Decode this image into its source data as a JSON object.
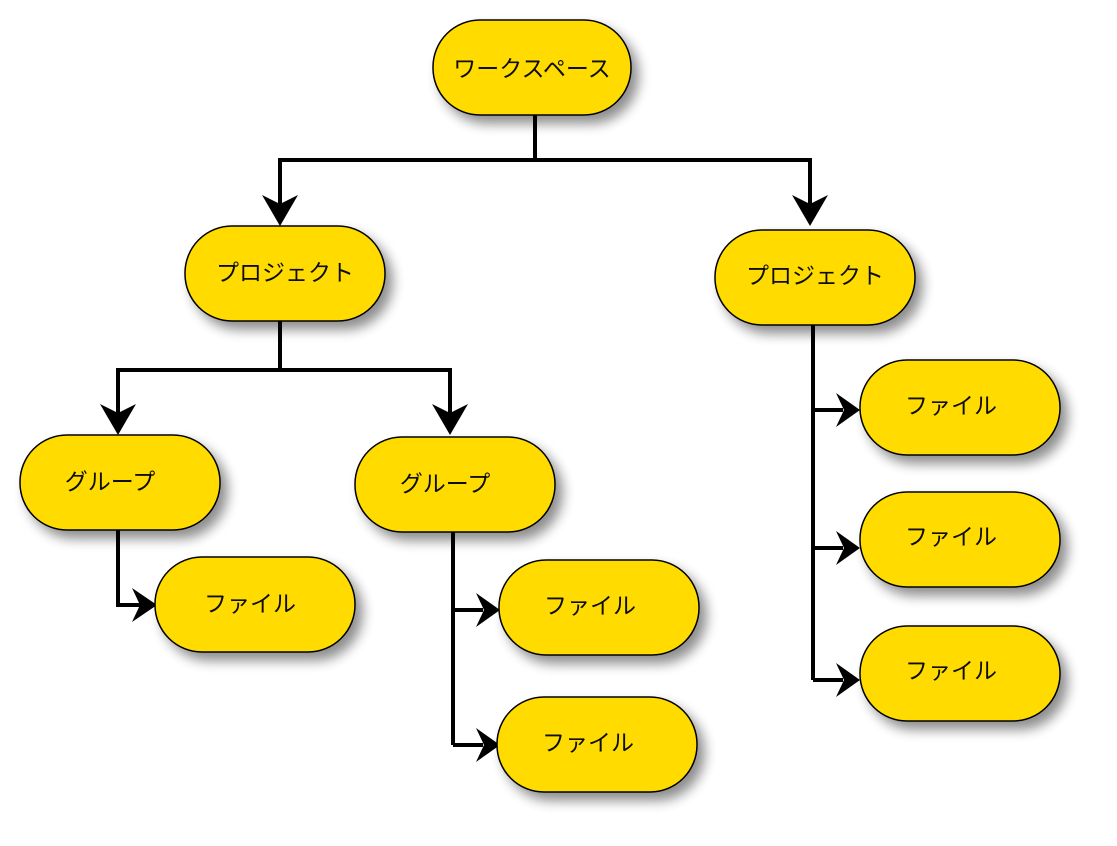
{
  "colors": {
    "node_fill": "#FFDB00",
    "node_stroke": "#000000",
    "edge": "#000000",
    "shadow": "#999999"
  },
  "diagram": {
    "workspace": {
      "label": "ワークスペース"
    },
    "project_left": {
      "label": "プロジェクト",
      "group_left": {
        "label": "グループ",
        "files": [
          {
            "label": "ファイル"
          }
        ]
      },
      "group_right": {
        "label": "グループ",
        "files": [
          {
            "label": "ファイル"
          },
          {
            "label": "ファイル"
          }
        ]
      }
    },
    "project_right": {
      "label": "プロジェクト",
      "files": [
        {
          "label": "ファイル"
        },
        {
          "label": "ファイル"
        },
        {
          "label": "ファイル"
        }
      ]
    }
  }
}
